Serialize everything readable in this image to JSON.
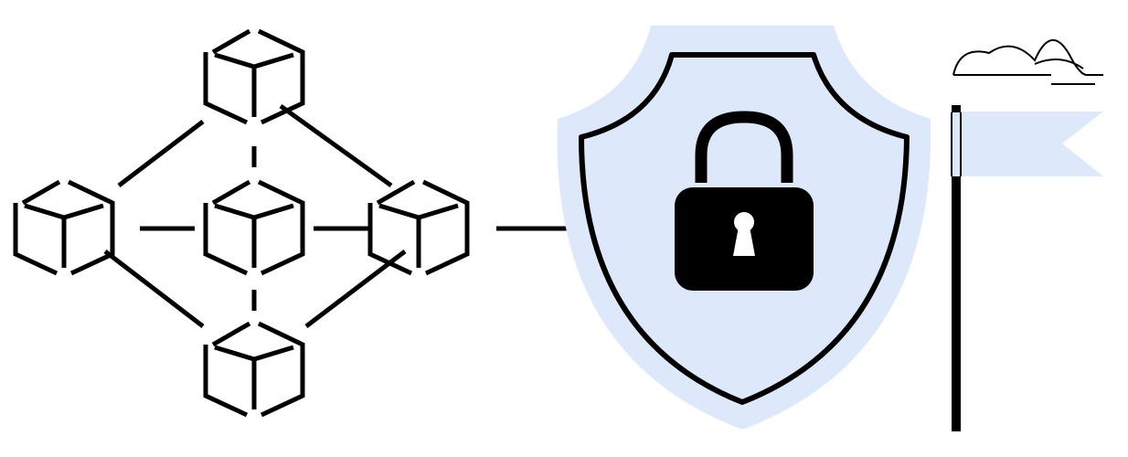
{
  "colors": {
    "stroke": "#000000",
    "accent_fill": "#dde8fb",
    "background": "#ffffff"
  },
  "network": {
    "node_count": 5,
    "nodes": [
      "top",
      "left",
      "center",
      "right",
      "bottom"
    ]
  },
  "icons": [
    "cube-network-icon",
    "shield-icon",
    "padlock-icon",
    "flag-icon",
    "cloud-icon"
  ]
}
